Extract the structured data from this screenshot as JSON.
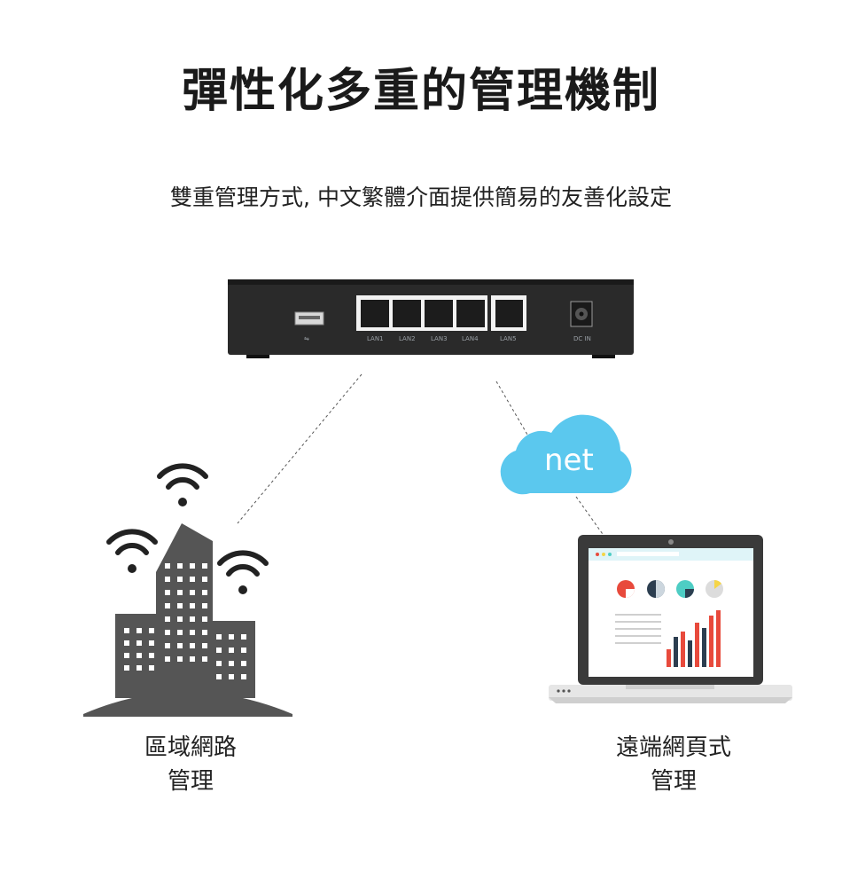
{
  "header": {
    "title": "彈性化多重的管理機制",
    "subtitle": "雙重管理方式, 中文繁體介面提供簡易的友善化設定"
  },
  "router": {
    "usb_label": "⇋",
    "ports": [
      "LAN1",
      "LAN2",
      "LAN3",
      "LAN4",
      "LAN5"
    ],
    "power_label": "DC IN"
  },
  "cloud": {
    "label": "net"
  },
  "left_block": {
    "line1": "區域網路",
    "line2": "管理"
  },
  "right_block": {
    "line1": "遠端網頁式",
    "line2": "管理"
  },
  "colors": {
    "cloud": "#5bc8ee",
    "building": "#555555",
    "router_body": "#2a2a2a",
    "bar_red": "#e84a3c",
    "bar_dark": "#2c3e50",
    "teal": "#4ecdc4",
    "yellow": "#f5d547"
  }
}
